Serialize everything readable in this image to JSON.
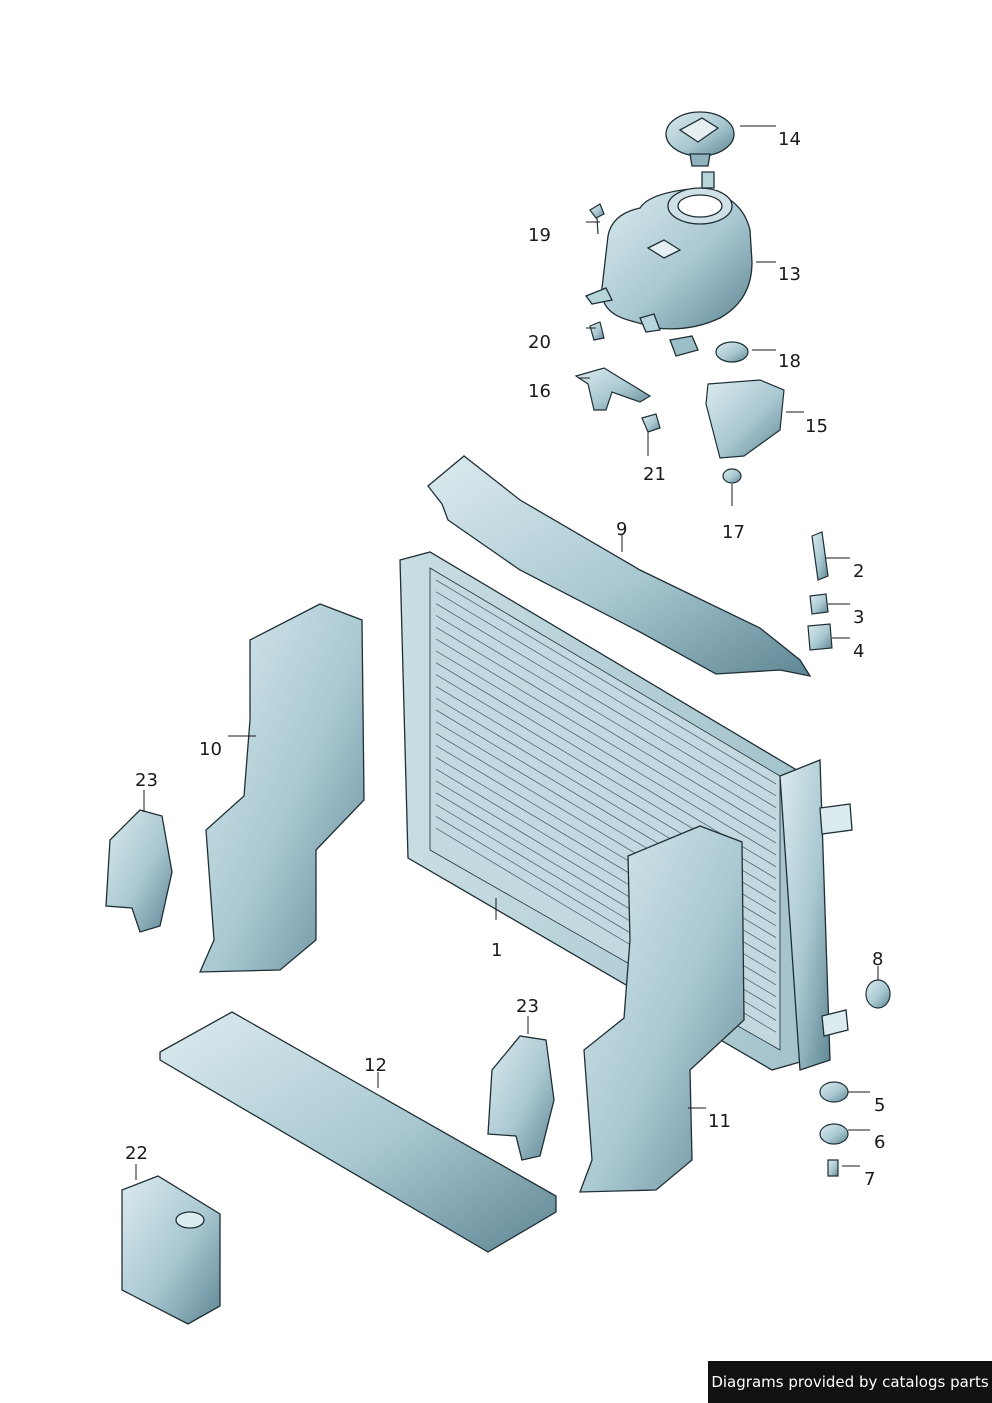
{
  "callouts": [
    {
      "id": "1",
      "label": "1"
    },
    {
      "id": "2",
      "label": "2"
    },
    {
      "id": "3",
      "label": "3"
    },
    {
      "id": "4",
      "label": "4"
    },
    {
      "id": "5",
      "label": "5"
    },
    {
      "id": "6",
      "label": "6"
    },
    {
      "id": "7",
      "label": "7"
    },
    {
      "id": "8",
      "label": "8"
    },
    {
      "id": "9",
      "label": "9"
    },
    {
      "id": "10",
      "label": "10"
    },
    {
      "id": "11",
      "label": "11"
    },
    {
      "id": "12",
      "label": "12"
    },
    {
      "id": "13",
      "label": "13"
    },
    {
      "id": "14",
      "label": "14"
    },
    {
      "id": "15",
      "label": "15"
    },
    {
      "id": "16",
      "label": "16"
    },
    {
      "id": "17",
      "label": "17"
    },
    {
      "id": "18",
      "label": "18"
    },
    {
      "id": "19",
      "label": "19"
    },
    {
      "id": "20",
      "label": "20"
    },
    {
      "id": "21",
      "label": "21"
    },
    {
      "id": "22",
      "label": "22"
    },
    {
      "id": "23a",
      "label": "23"
    },
    {
      "id": "23b",
      "label": "23"
    }
  ],
  "watermark": "Diagrams provided by catalogs parts",
  "colors": {
    "part_fill": "#b8d4db",
    "part_dark": "#6f97a3",
    "part_light": "#dcebef",
    "outline": "#1f2f36",
    "leader": "#1a1a1a"
  }
}
